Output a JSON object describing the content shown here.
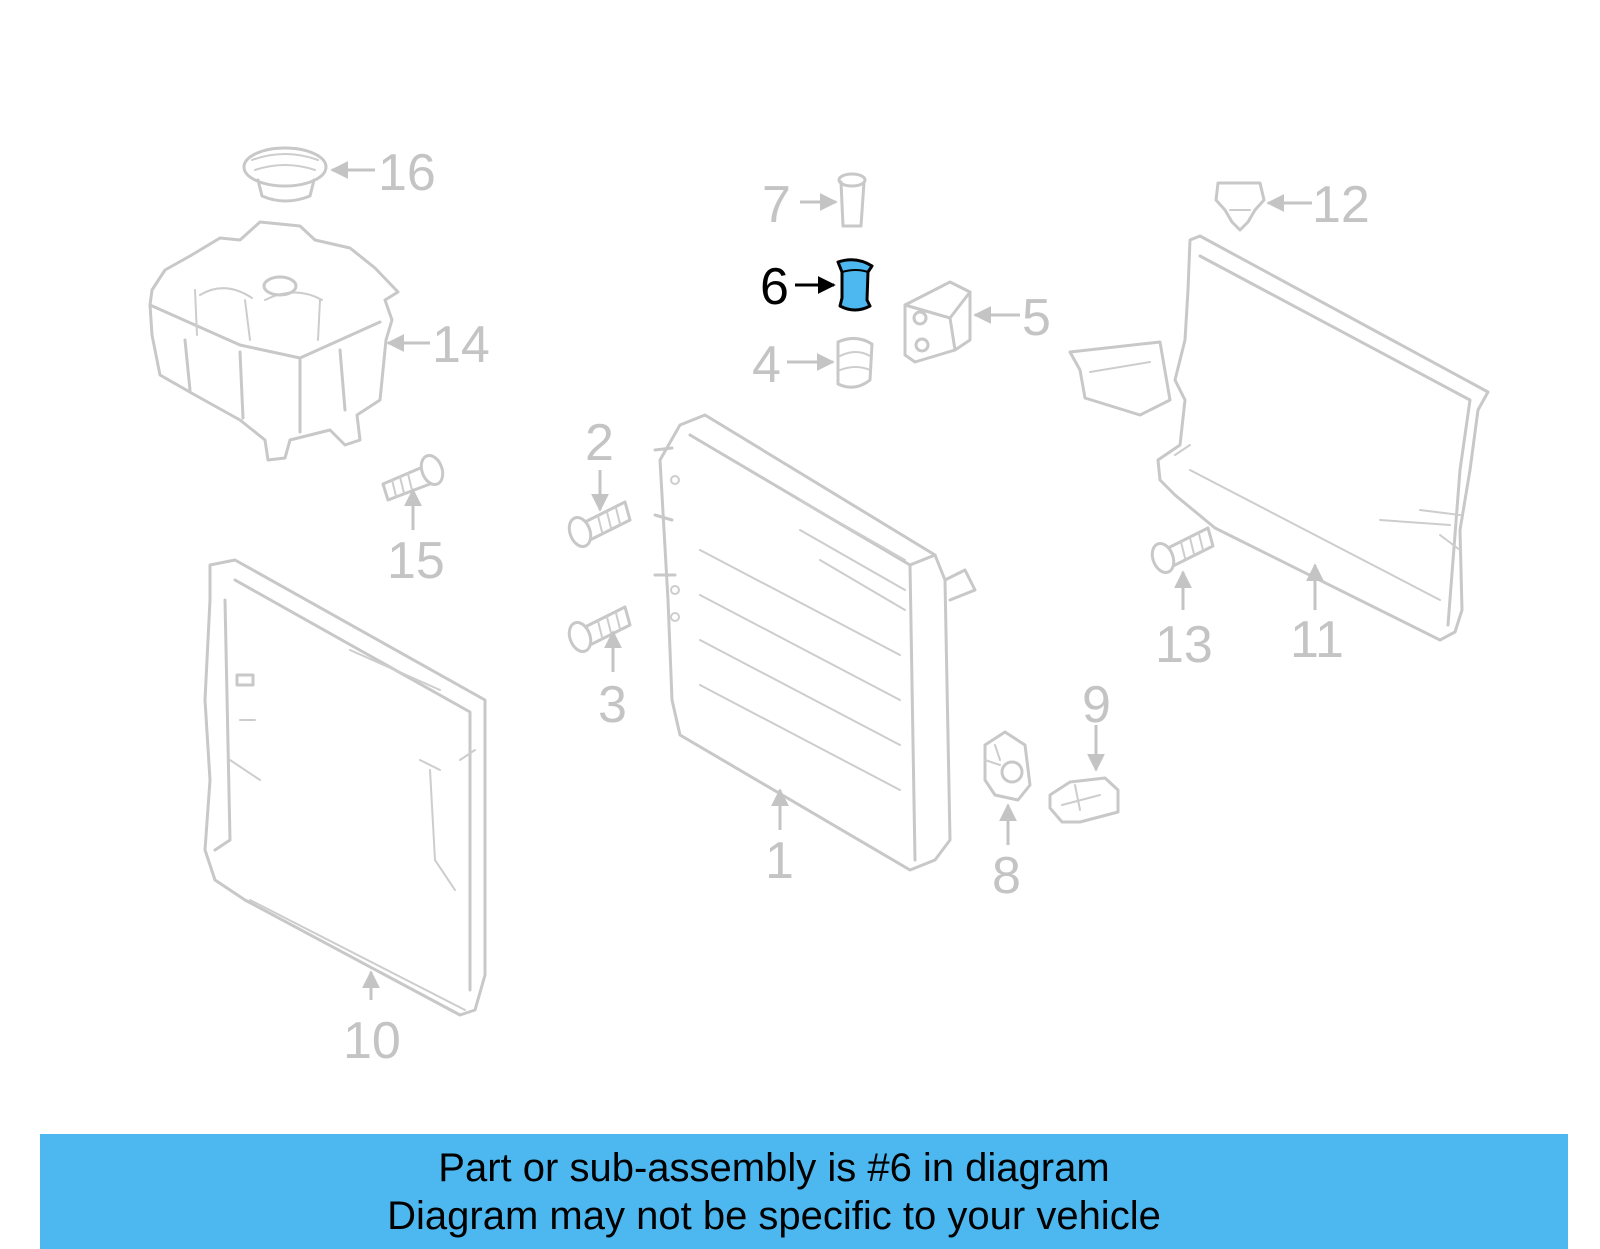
{
  "callouts": {
    "c1": "1",
    "c2": "2",
    "c3": "3",
    "c4": "4",
    "c5": "5",
    "c6": "6",
    "c7": "7",
    "c8": "8",
    "c9": "9",
    "c10": "10",
    "c11": "11",
    "c12": "12",
    "c13": "13",
    "c14": "14",
    "c15": "15",
    "c16": "16"
  },
  "highlighted_part": "6",
  "colors": {
    "highlight": "#4db8f0",
    "banner": "#4db8f0",
    "part_stroke": "#c8c8c8"
  },
  "banner": {
    "line1": "Part or sub-assembly is #6 in diagram",
    "line2": "Diagram may not be specific to your vehicle"
  }
}
